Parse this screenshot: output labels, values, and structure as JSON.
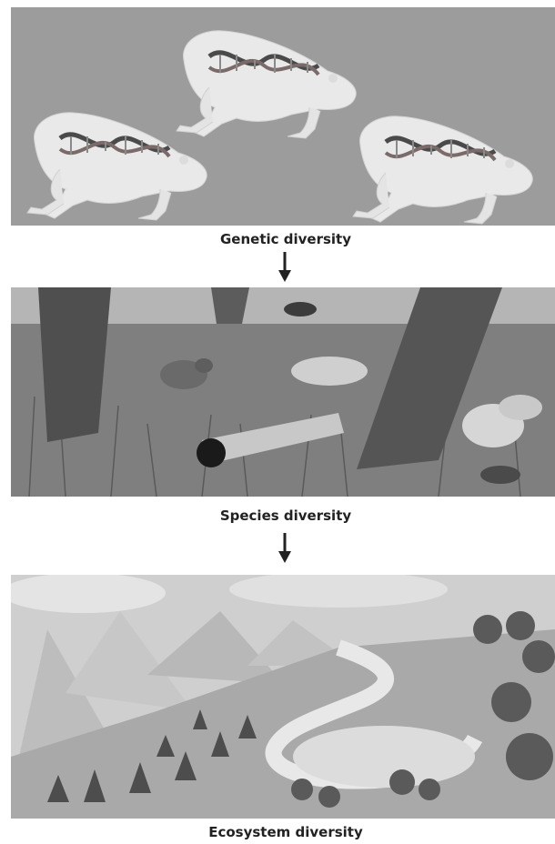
{
  "levels": [
    {
      "caption": "Genetic diversity"
    },
    {
      "caption": "Species diversity"
    },
    {
      "caption": "Ecosystem diversity"
    }
  ],
  "icons": {
    "frog": "frog-with-dna-icon",
    "arrow": "down-arrow-icon"
  },
  "colors": {
    "genetic_bg": "#9c9c9c",
    "frog_body": "#e9e9e9",
    "dna_strand": "#4a4a4a",
    "caption_text": "#222222"
  }
}
